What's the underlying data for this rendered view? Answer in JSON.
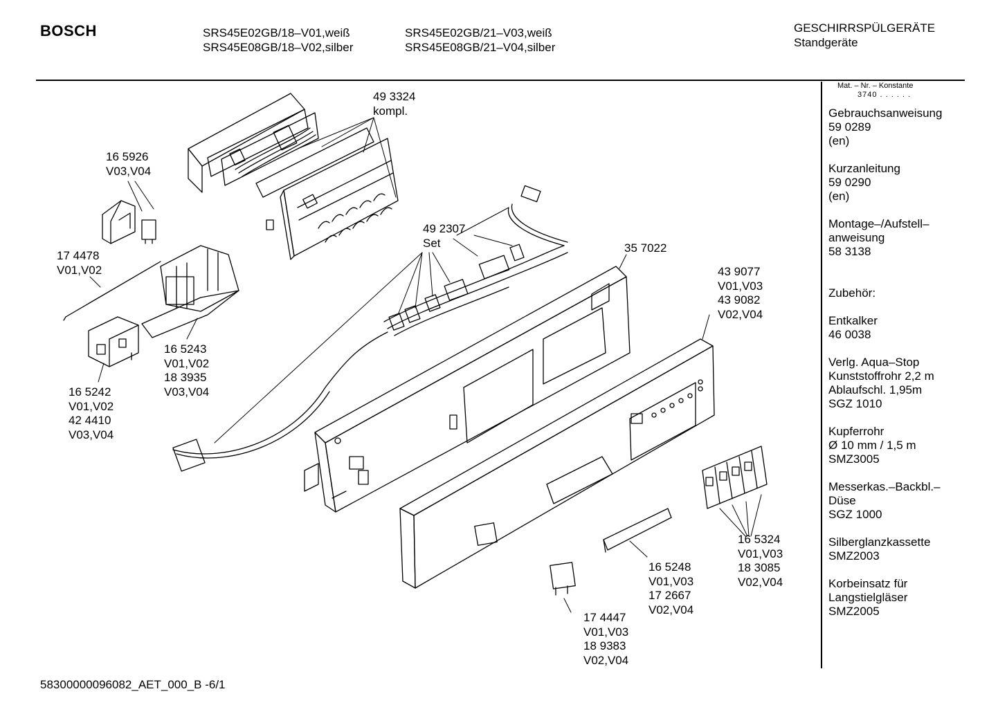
{
  "header": {
    "brand": "BOSCH",
    "models_col1": [
      "SRS45E02GB/18–V01,weiß",
      "SRS45E08GB/18–V02,silber"
    ],
    "models_col2": [
      "SRS45E02GB/21–V03,weiß",
      "SRS45E08GB/21–V04,silber"
    ],
    "category_line1": "GESCHIRRSPÜLGERÄTE",
    "category_line2": "Standgeräte"
  },
  "sidebar": {
    "mat_header": "Mat. – Nr. – Konstante",
    "mat_value": "3740 . .  . . . .",
    "blocks": [
      "Gebrauchsanweisung\n59 0289\n(en)",
      "Kurzanleitung\n59 0290\n(en)",
      "Montage–/Aufstell–\nanweisung\n58 3138",
      "Zubehör:",
      "Entkalker\n46 0038",
      "Verlg. Aqua–Stop\nKunststoffrohr 2,2 m\nAblaufschl. 1,95m\nSGZ 1010",
      "Kupferrohr\nØ 10 mm / 1,5 m\nSMZ3005",
      "Messerkas.–Backbl.–\nDüse\nSGZ 1000",
      "Silberglanzkassette\nSMZ2003",
      "Korbeinsatz für\nLangstielgläser\nSMZ2005"
    ]
  },
  "callouts": {
    "c493324": "49 3324\nkompl.",
    "c165926": "16 5926\nV03,V04",
    "c174478": "17 4478\nV01,V02",
    "c492307": "49 2307\nSet",
    "c357022": "35 7022",
    "c439077": "43 9077\nV01,V03\n43 9082\nV02,V04",
    "c165243": "16 5243\nV01,V02\n18 3935\nV03,V04",
    "c165242": "16 5242\nV01,V02\n42 4410\nV03,V04",
    "c165324": "16 5324\nV01,V03\n18 3085\nV02,V04",
    "c165248": "16 5248\nV01,V03\n17 2667\nV02,V04",
    "c174447": "17 4447\nV01,V03\n18 9383\nV02,V04"
  },
  "footer": "58300000096082_AET_000_B   -6/1"
}
